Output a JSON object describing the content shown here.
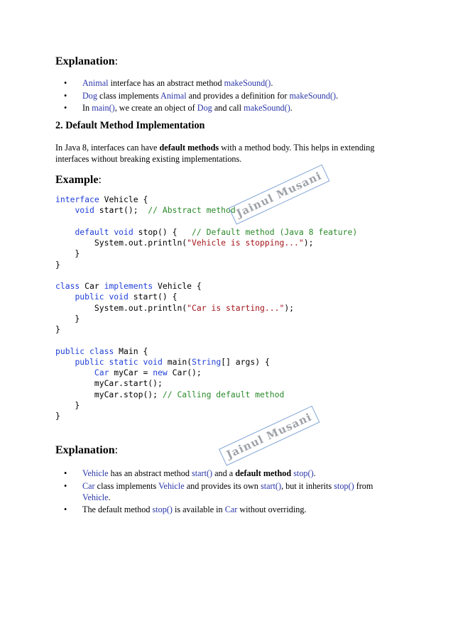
{
  "explanation1": {
    "heading": "Explanation",
    "bullets": [
      [
        {
          "t": "Animal",
          "k": true
        },
        {
          "t": " interface has an abstract method "
        },
        {
          "t": "makeSound()",
          "k": true
        },
        {
          "t": "."
        }
      ],
      [
        {
          "t": "Dog",
          "k": true
        },
        {
          "t": " class implements "
        },
        {
          "t": "Animal",
          "k": true
        },
        {
          "t": " and provides a definition for "
        },
        {
          "t": "makeSound()",
          "k": true
        },
        {
          "t": "."
        }
      ],
      [
        {
          "t": "In "
        },
        {
          "t": "main()",
          "k": true
        },
        {
          "t": ", we create an object of "
        },
        {
          "t": "Dog",
          "k": true
        },
        {
          "t": " and call "
        },
        {
          "t": "makeSound()",
          "k": true
        },
        {
          "t": "."
        }
      ]
    ]
  },
  "section": {
    "title": "2. Default Method Implementation",
    "paragraph": [
      {
        "t": "In Java 8, interfaces can have "
      },
      {
        "t": "default methods",
        "b": true
      },
      {
        "t": " with a method body. This helps in extending interfaces without breaking existing implementations."
      }
    ]
  },
  "example": {
    "heading": "Example",
    "code_lines": [
      [
        {
          "t": "interface",
          "c": "kw"
        },
        {
          "t": " Vehicle {"
        }
      ],
      [
        {
          "t": "    "
        },
        {
          "t": "void",
          "c": "kw"
        },
        {
          "t": " start();  "
        },
        {
          "t": "// Abstract method",
          "c": "cm"
        }
      ],
      [
        {
          "t": ""
        }
      ],
      [
        {
          "t": "    "
        },
        {
          "t": "default",
          "c": "kw"
        },
        {
          "t": " "
        },
        {
          "t": "void",
          "c": "kw"
        },
        {
          "t": " stop() {   "
        },
        {
          "t": "// Default method (Java 8 feature)",
          "c": "cm"
        }
      ],
      [
        {
          "t": "        System.out.println("
        },
        {
          "t": "\"Vehicle is stopping...\"",
          "c": "str"
        },
        {
          "t": ");"
        }
      ],
      [
        {
          "t": "    }"
        }
      ],
      [
        {
          "t": "}"
        }
      ],
      [
        {
          "t": ""
        }
      ],
      [
        {
          "t": "class",
          "c": "kw"
        },
        {
          "t": " Car "
        },
        {
          "t": "implements",
          "c": "kw"
        },
        {
          "t": " Vehicle {"
        }
      ],
      [
        {
          "t": "    "
        },
        {
          "t": "public",
          "c": "kw"
        },
        {
          "t": " "
        },
        {
          "t": "void",
          "c": "kw"
        },
        {
          "t": " start() {"
        }
      ],
      [
        {
          "t": "        System.out.println("
        },
        {
          "t": "\"Car is starting...\"",
          "c": "str"
        },
        {
          "t": ");"
        }
      ],
      [
        {
          "t": "    }"
        }
      ],
      [
        {
          "t": "}"
        }
      ],
      [
        {
          "t": ""
        }
      ],
      [
        {
          "t": "public",
          "c": "kw"
        },
        {
          "t": " "
        },
        {
          "t": "class",
          "c": "kw"
        },
        {
          "t": " Main {"
        }
      ],
      [
        {
          "t": "    "
        },
        {
          "t": "public",
          "c": "kw"
        },
        {
          "t": " "
        },
        {
          "t": "static",
          "c": "kw"
        },
        {
          "t": " "
        },
        {
          "t": "void",
          "c": "kw"
        },
        {
          "t": " main("
        },
        {
          "t": "String",
          "c": "kw"
        },
        {
          "t": "[] args) {"
        }
      ],
      [
        {
          "t": "        "
        },
        {
          "t": "Car",
          "c": "kw"
        },
        {
          "t": " myCar = "
        },
        {
          "t": "new",
          "c": "kw"
        },
        {
          "t": " Car();"
        }
      ],
      [
        {
          "t": "        myCar.start();"
        }
      ],
      [
        {
          "t": "        myCar.stop(); "
        },
        {
          "t": "// Calling default method",
          "c": "cm"
        }
      ],
      [
        {
          "t": "    }"
        }
      ],
      [
        {
          "t": "}"
        }
      ]
    ]
  },
  "explanation2": {
    "heading": "Explanation",
    "bullets": [
      [
        {
          "t": "Vehicle",
          "k": true
        },
        {
          "t": " has an abstract method "
        },
        {
          "t": "start()",
          "k": true
        },
        {
          "t": " and a "
        },
        {
          "t": "default method",
          "b": true
        },
        {
          "t": " "
        },
        {
          "t": "stop()",
          "k": true
        },
        {
          "t": "."
        }
      ],
      [
        {
          "t": "Car",
          "k": true
        },
        {
          "t": " class implements "
        },
        {
          "t": "Vehicle",
          "k": true
        },
        {
          "t": " and provides its own "
        },
        {
          "t": "start()",
          "k": true
        },
        {
          "t": ", but it inherits "
        },
        {
          "t": "stop()",
          "k": true
        },
        {
          "t": " from "
        },
        {
          "t": "Vehicle",
          "k": true
        },
        {
          "t": "."
        }
      ],
      [
        {
          "t": "The default method "
        },
        {
          "t": "stop()",
          "k": true
        },
        {
          "t": " is available in "
        },
        {
          "t": "Car",
          "k": true
        },
        {
          "t": " without overriding."
        }
      ]
    ]
  },
  "watermarks": [
    "Jainul Musani",
    "Jainul Musani"
  ],
  "colors": {
    "keyword_text": "#2a36a8",
    "code_keyword": "#1f3fd8",
    "code_string": "#a3151a",
    "code_comment": "#2a8a2a"
  }
}
